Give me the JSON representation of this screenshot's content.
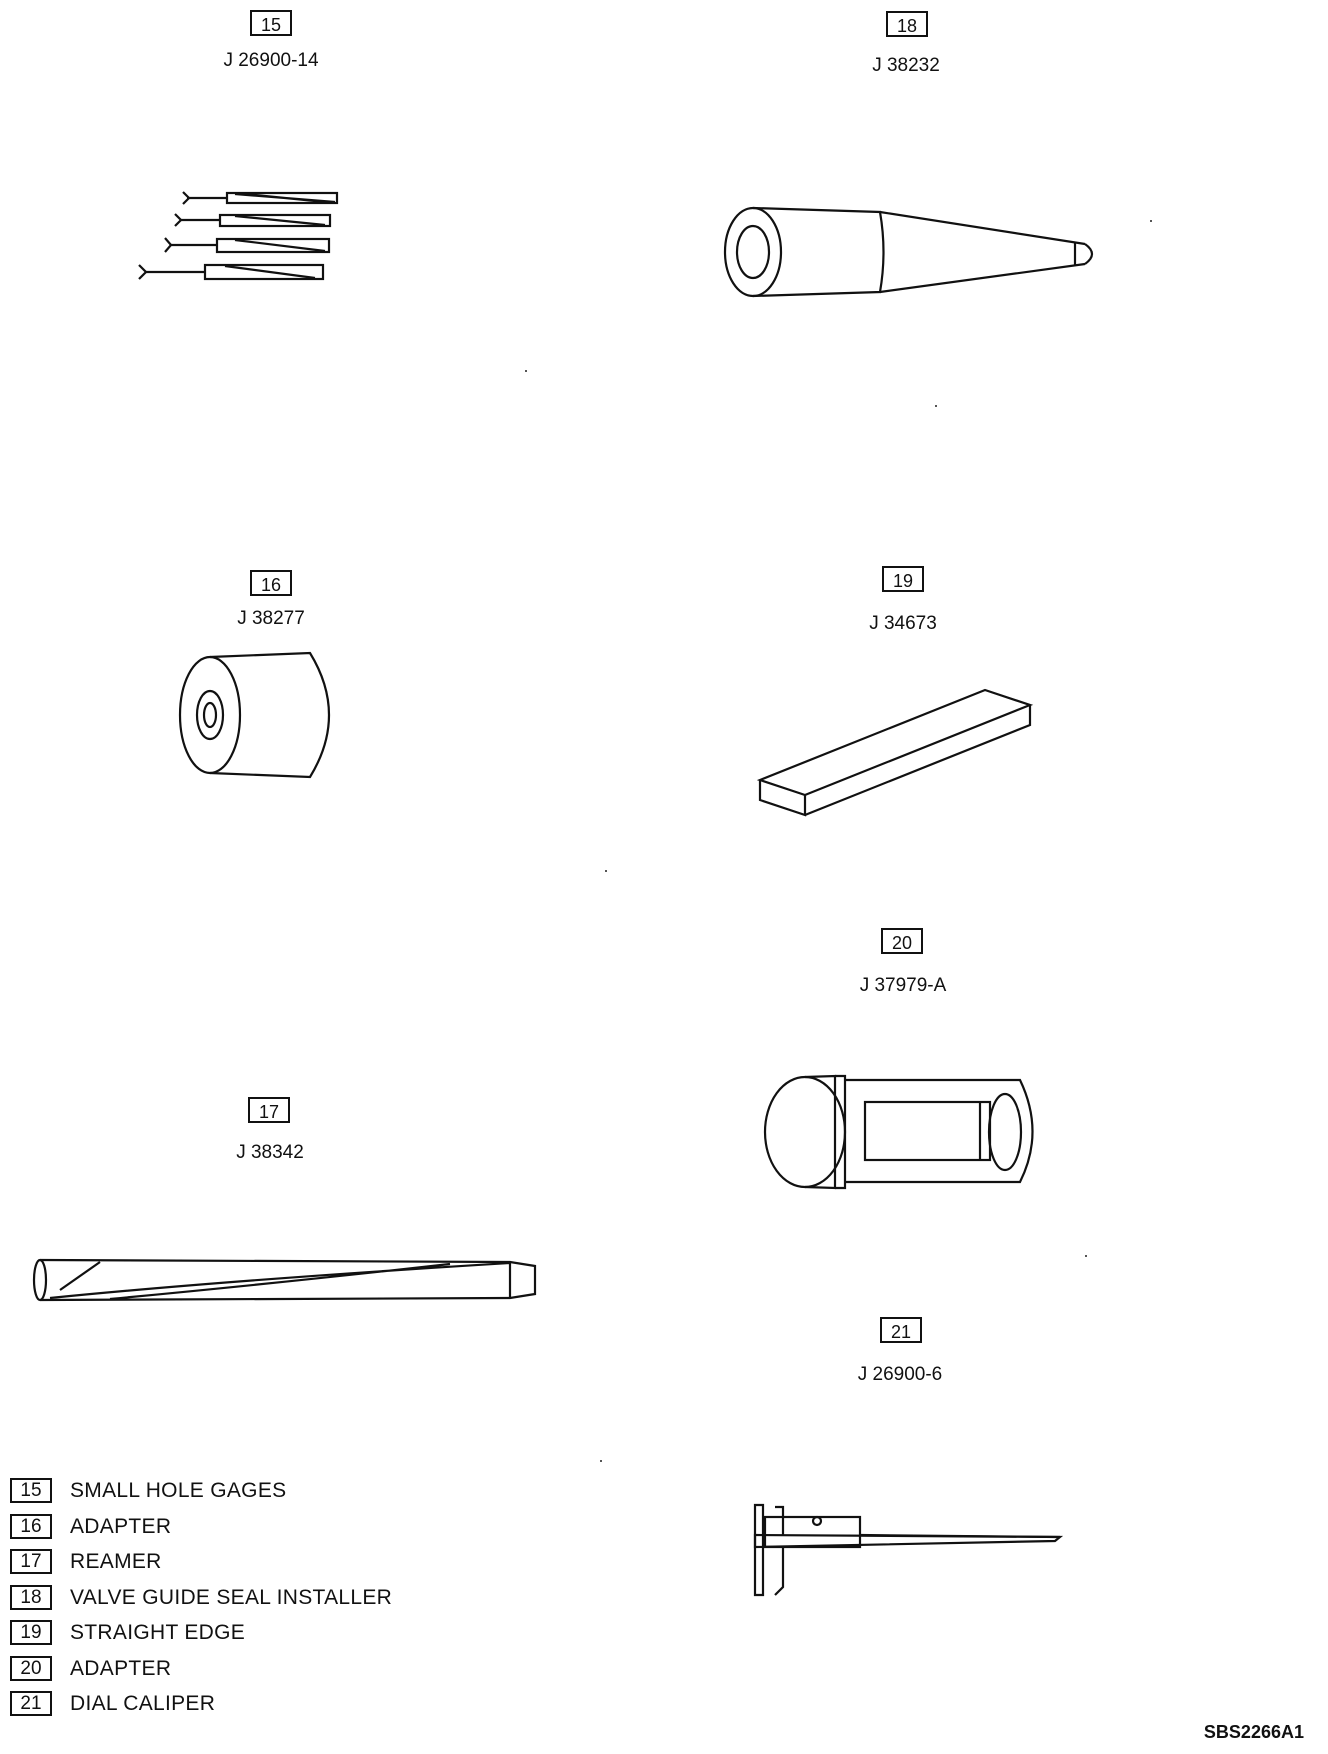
{
  "tools": [
    {
      "id": "15",
      "part": "J 26900-14",
      "name": "SMALL HOLE GAGES"
    },
    {
      "id": "16",
      "part": "J 38277",
      "name": "ADAPTER"
    },
    {
      "id": "17",
      "part": "J 38342",
      "name": "REAMER"
    },
    {
      "id": "18",
      "part": "J 38232",
      "name": "VALVE GUIDE SEAL INSTALLER"
    },
    {
      "id": "19",
      "part": "J 34673",
      "name": "STRAIGHT EDGE"
    },
    {
      "id": "20",
      "part": "J 37979-A",
      "name": "ADAPTER"
    },
    {
      "id": "21",
      "part": "J 26900-6",
      "name": "DIAL CALIPER"
    }
  ],
  "legend": [
    {
      "id": "15",
      "name": "SMALL HOLE GAGES"
    },
    {
      "id": "16",
      "name": "ADAPTER"
    },
    {
      "id": "17",
      "name": "REAMER"
    },
    {
      "id": "18",
      "name": "VALVE GUIDE SEAL INSTALLER"
    },
    {
      "id": "19",
      "name": "STRAIGHT EDGE"
    },
    {
      "id": "20",
      "name": "ADAPTER"
    },
    {
      "id": "21",
      "name": "DIAL CALIPER"
    }
  ],
  "figure_code": "SBS2266A1"
}
